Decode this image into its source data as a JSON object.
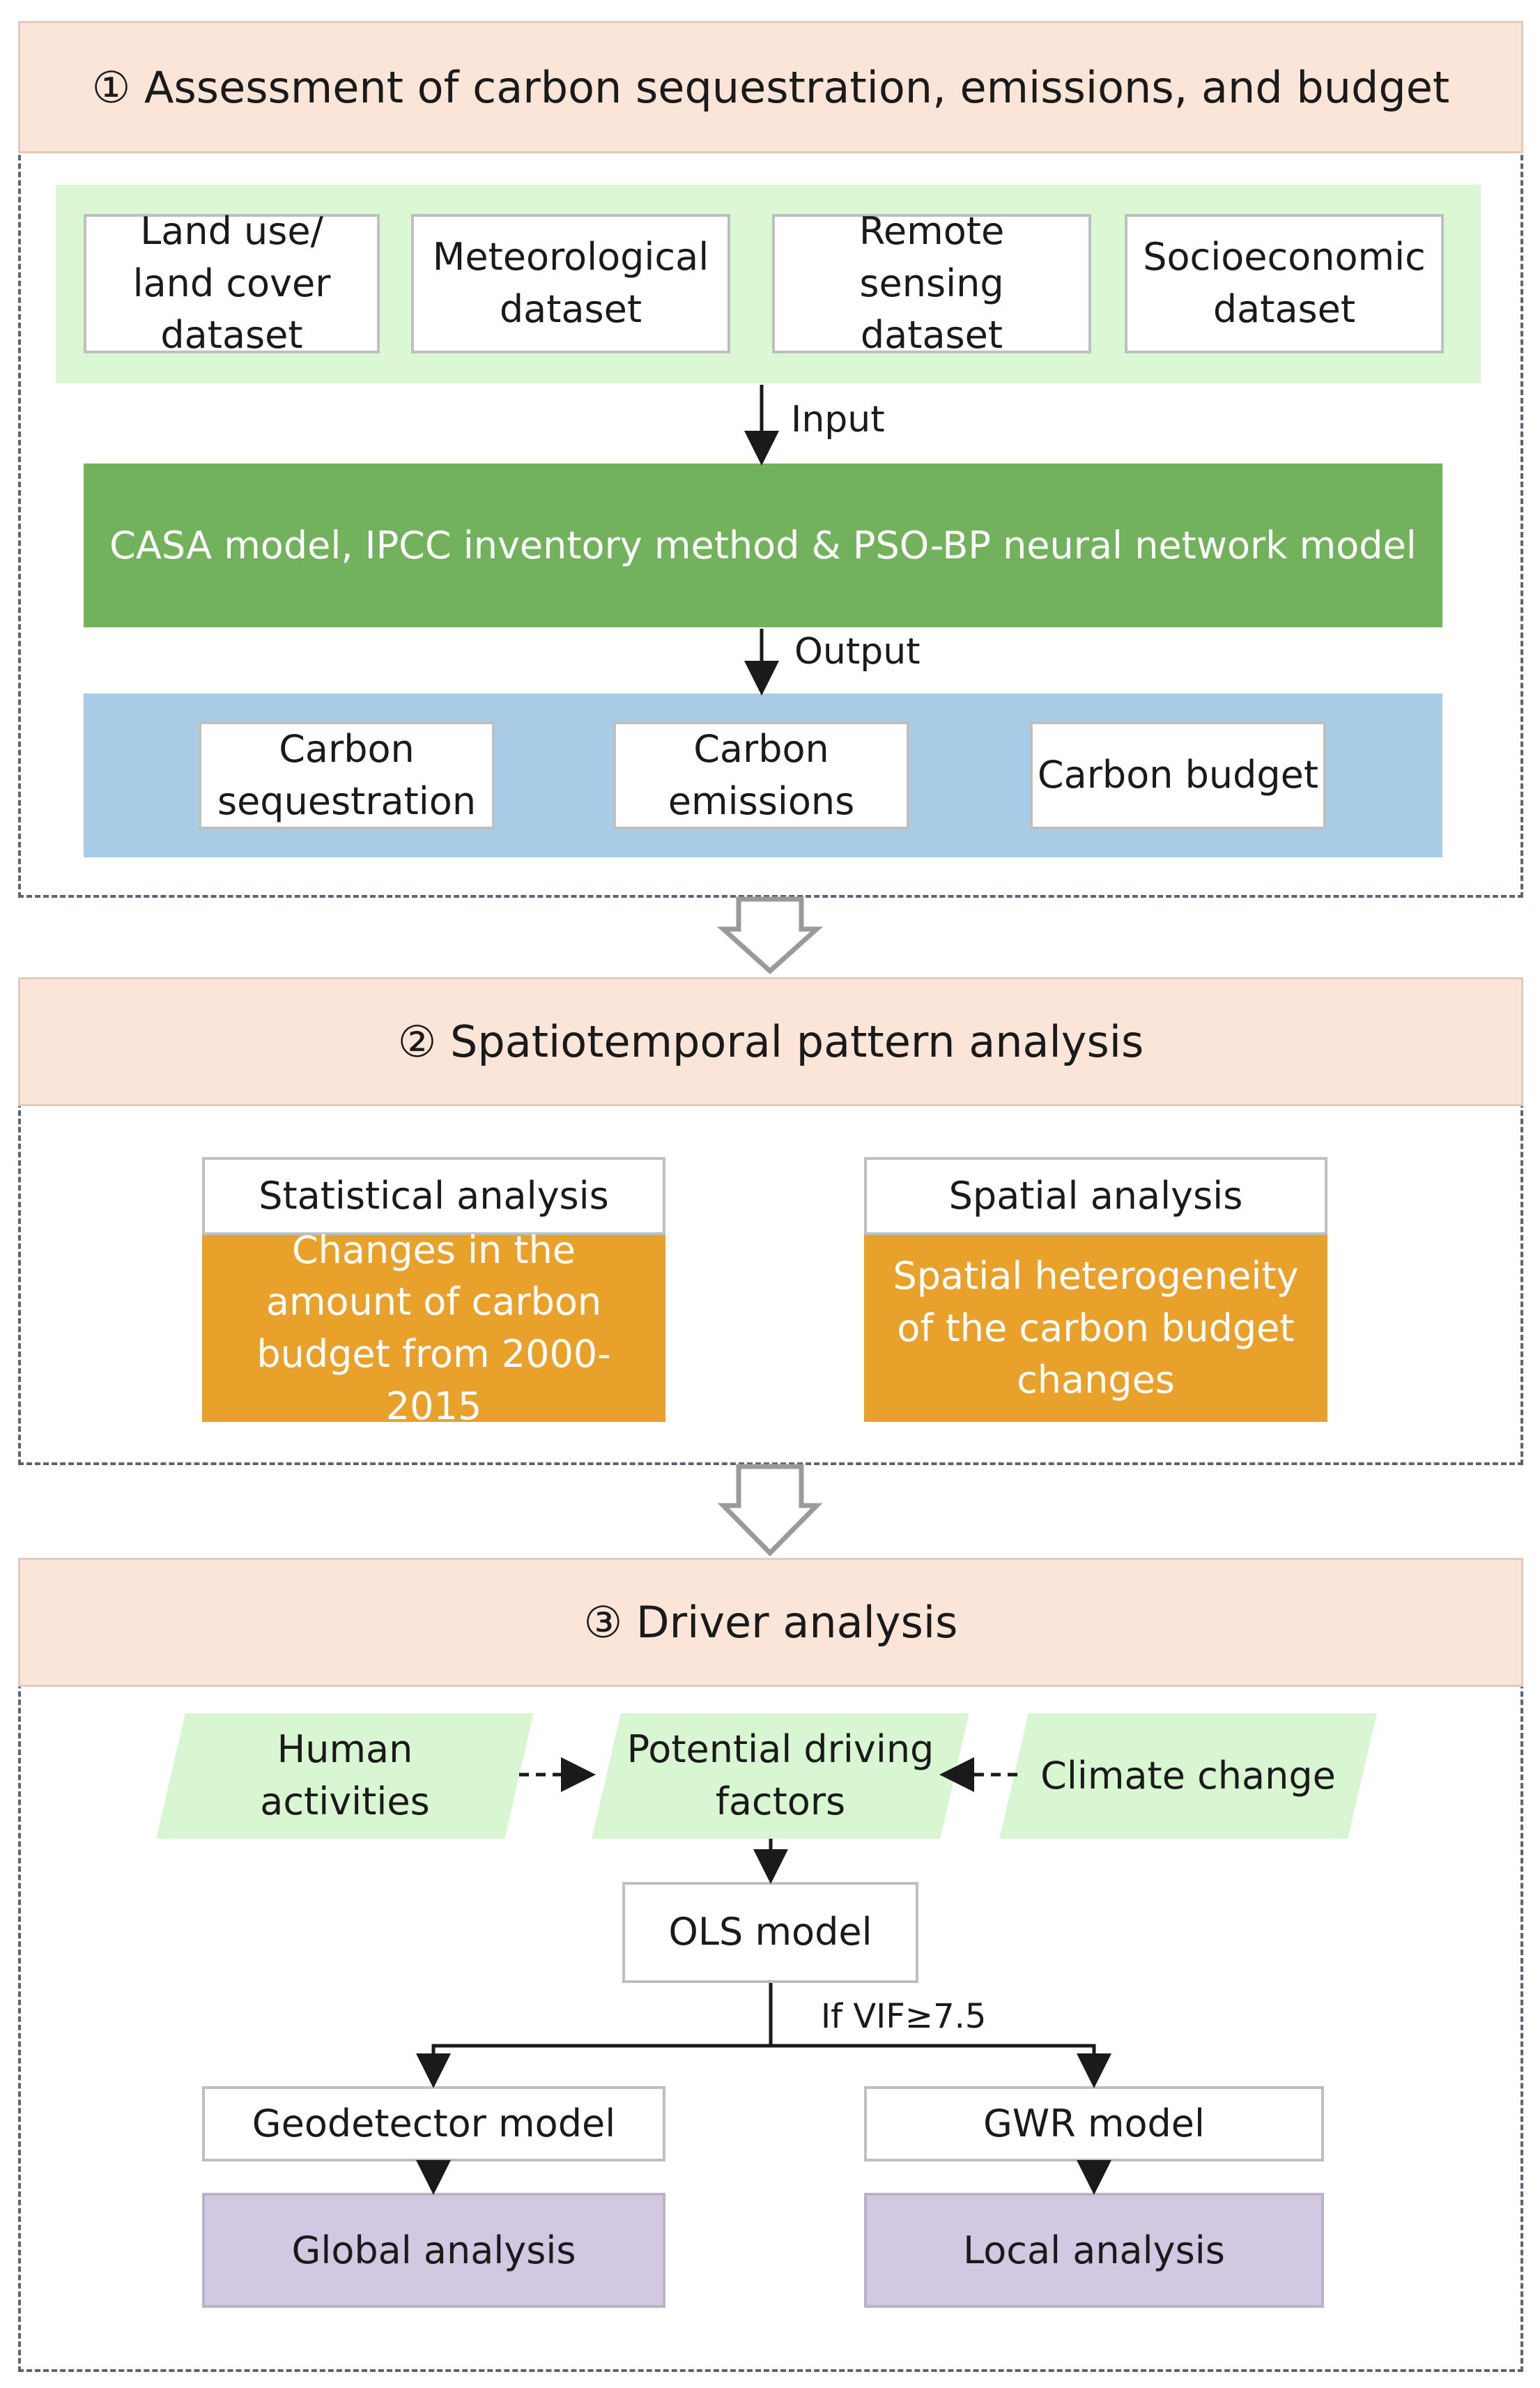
{
  "section1": {
    "header": "① Assessment of carbon sequestration, emissions, and budget",
    "datasets": [
      "Land use/ land cover dataset",
      "Meteorological dataset",
      "Remote sensing dataset",
      "Socioeconomic dataset"
    ],
    "input_label": "Input",
    "model": "CASA model,  IPCC inventory method & PSO-BP neural network model",
    "output_label": "Output",
    "outputs": [
      "Carbon sequestration",
      "Carbon emissions",
      "Carbon budget"
    ]
  },
  "section2": {
    "header": "② Spatiotemporal pattern analysis",
    "statistical": {
      "title": "Statistical analysis",
      "desc": "Changes in the amount of carbon budget from 2000-2015"
    },
    "spatial": {
      "title": "Spatial analysis",
      "desc": "Spatial heterogeneity of the carbon budget changes"
    }
  },
  "section3": {
    "header": "③ Driver analysis",
    "human": "Human activities",
    "potential": "Potential driving factors",
    "climate": "Climate change",
    "ols": "OLS model",
    "vif": "If VIF≥7.5",
    "geodetector": "Geodetector model",
    "gwr": "GWR model",
    "global": "Global analysis",
    "local": "Local analysis"
  },
  "colors": {
    "header_fill": "#fbe4d8",
    "dataset_band": "#dcf7d3",
    "model_bar": "#72b25c",
    "output_band": "#a9cce6",
    "orange": "#e8a12a",
    "purple": "#d1c8e2",
    "parallelogram": "#d8f6d2",
    "dashed_border": "#5c6573"
  }
}
